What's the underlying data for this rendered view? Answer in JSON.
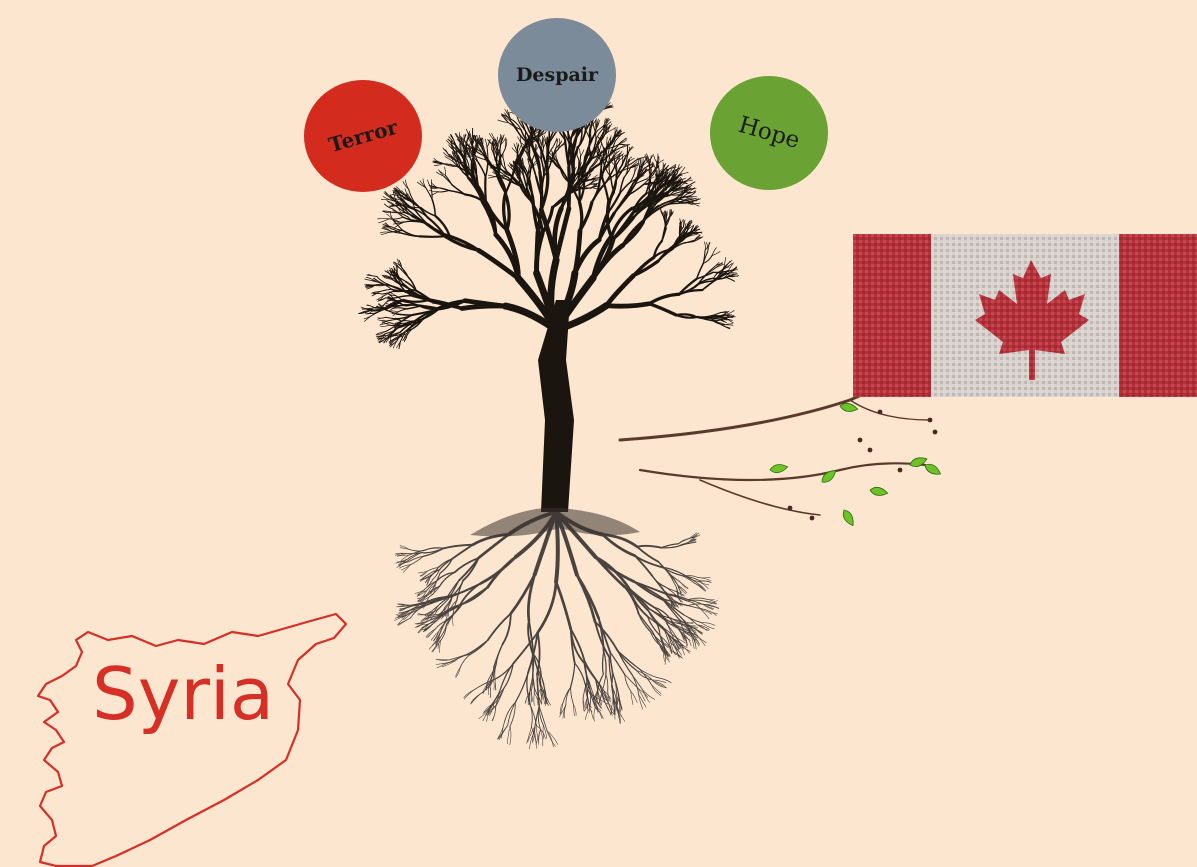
{
  "circles": [
    {
      "label": "Terror",
      "color": "#d42b1f"
    },
    {
      "label": "Despair",
      "color": "#7c8b99"
    },
    {
      "label": "Hope",
      "color": "#6aa233"
    }
  ],
  "map": {
    "label": "Syria",
    "color": "#d62f26"
  },
  "colors": {
    "background": "#fde6cf",
    "tree": "#1b1510",
    "roots": "#4a4440",
    "flag_red": "#b8313a",
    "leaf": "#6cc227"
  }
}
